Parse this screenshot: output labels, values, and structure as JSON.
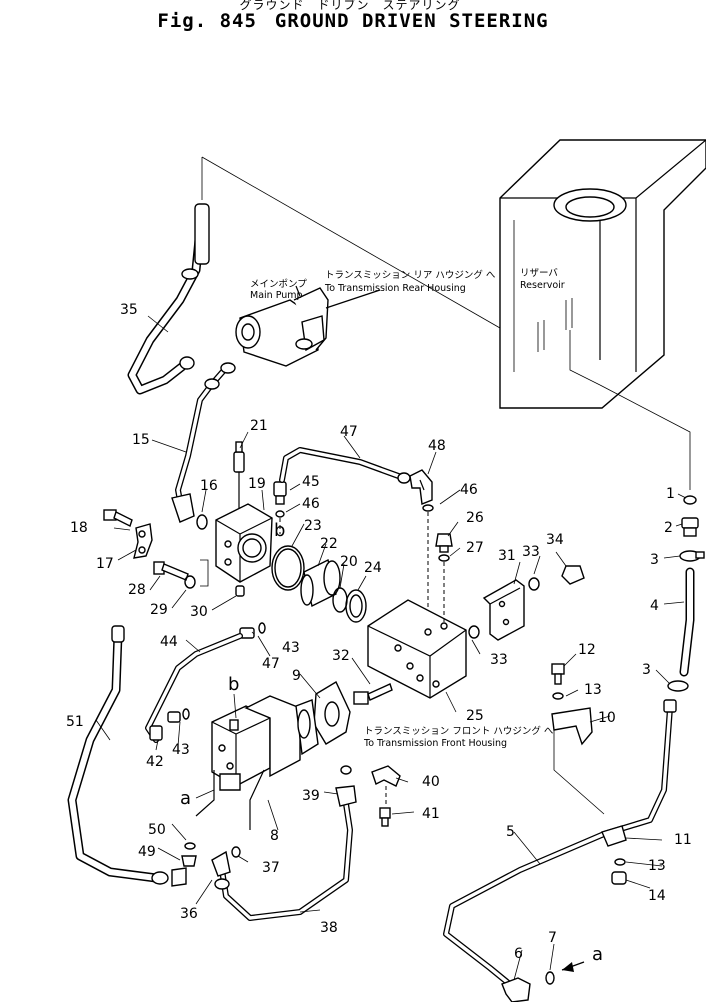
{
  "header": {
    "jp_title": "グラウンド　ドリブン　ステアリング",
    "fig_label": "Fig. 845",
    "title": "GROUND DRIVEN STEERING"
  },
  "notes": {
    "main_pump_jp": "メインポンプ",
    "main_pump": "Main Pump",
    "rear_housing_jp": "トランスミッション リア ハウジング へ",
    "rear_housing": "To Transmission Rear Housing",
    "reservoir_jp": "リザーバ",
    "reservoir": "Reservoir",
    "front_housing_jp": "トランスミッション フロント ハウジング へ",
    "front_housing": "To Transmission Front Housing"
  },
  "letters": {
    "a1": "a",
    "a2": "a",
    "b1": "b",
    "b2": "b"
  },
  "callouts": {
    "c1": "1",
    "c2": "2",
    "c3a": "3",
    "c3b": "3",
    "c4": "4",
    "c5": "5",
    "c6": "6",
    "c7": "7",
    "c8": "8",
    "c9": "9",
    "c10": "10",
    "c11": "11",
    "c12": "12",
    "c13a": "13",
    "c13b": "13",
    "c14": "14",
    "c15": "15",
    "c16": "16",
    "c17": "17",
    "c18": "18",
    "c19": "19",
    "c20": "20",
    "c21": "21",
    "c22": "22",
    "c23": "23",
    "c24": "24",
    "c25": "25",
    "c26": "26",
    "c27": "27",
    "c28": "28",
    "c29": "29",
    "c30": "30",
    "c31": "31",
    "c32": "32",
    "c33a": "33",
    "c33b": "33",
    "c34": "34",
    "c35": "35",
    "c36": "36",
    "c37": "37",
    "c38": "38",
    "c39": "39",
    "c40": "40",
    "c41": "41",
    "c42": "42",
    "c43a": "43",
    "c43b": "43",
    "c44": "44",
    "c45": "45",
    "c46a": "46",
    "c46b": "46",
    "c47a": "47",
    "c47b": "47",
    "c48": "48",
    "c49": "49",
    "c50": "50",
    "c51": "51"
  }
}
